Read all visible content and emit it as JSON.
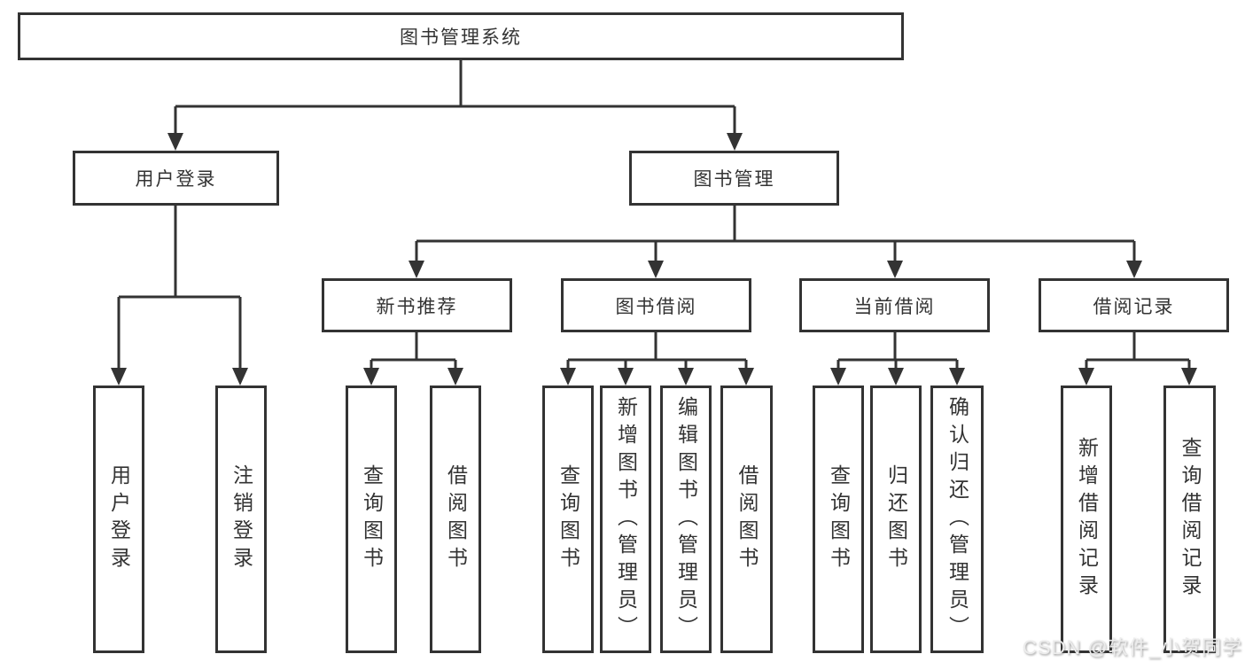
{
  "tree": {
    "label": "图书管理系统",
    "children": [
      {
        "label": "用户登录",
        "children": [
          {
            "label": "用户登录"
          },
          {
            "label": "注销登录"
          }
        ]
      },
      {
        "label": "图书管理",
        "children": [
          {
            "label": "新书推荐",
            "children": [
              {
                "label": "查询图书"
              },
              {
                "label": "借阅图书"
              }
            ]
          },
          {
            "label": "图书借阅",
            "children": [
              {
                "label": "查询图书"
              },
              {
                "label": "新增图书（管理员）"
              },
              {
                "label": "编辑图书（管理员）"
              },
              {
                "label": "借阅图书"
              }
            ]
          },
          {
            "label": "当前借阅",
            "children": [
              {
                "label": "查询图书"
              },
              {
                "label": "归还图书"
              },
              {
                "label": "确认归还（管理员）"
              }
            ]
          },
          {
            "label": "借阅记录",
            "children": [
              {
                "label": "新增借阅记录"
              },
              {
                "label": "查询借阅记录"
              }
            ]
          }
        ]
      }
    ]
  },
  "watermark": {
    "text": "CSDN @软件_小贺同学"
  },
  "colors": {
    "line": "#333333",
    "box_border": "#333333",
    "text": "#333333",
    "background": "#ffffff",
    "watermark_text": "#ececec"
  }
}
